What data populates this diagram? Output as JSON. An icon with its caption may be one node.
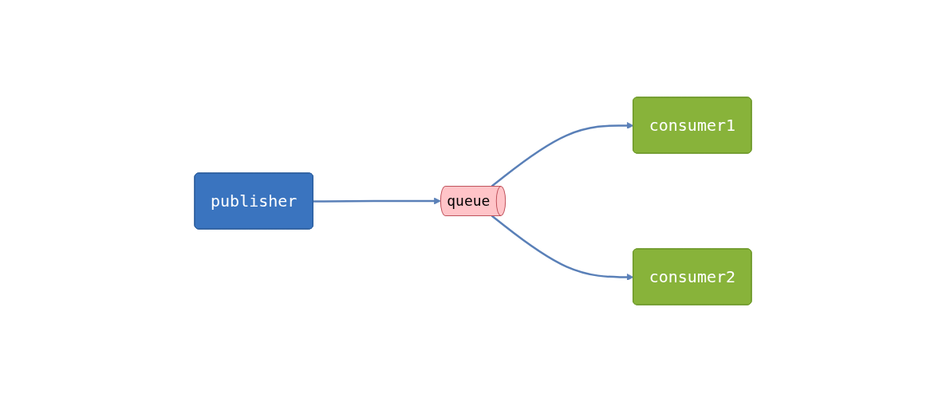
{
  "diagram": {
    "nodes": [
      {
        "text": [
          "publisher"
        ]
      },
      {
        "text": [
          "queue"
        ]
      },
      {
        "text": [
          "consumer1"
        ]
      },
      {
        "text": [
          "consumer2"
        ]
      }
    ],
    "edges": [
      {
        "from": 0,
        "to": 1,
        "arrow": "to"
      },
      {
        "from": 1,
        "to": 2,
        "arrow": "to"
      },
      {
        "from": 1,
        "to": 3,
        "arrow": "to"
      }
    ]
  }
}
